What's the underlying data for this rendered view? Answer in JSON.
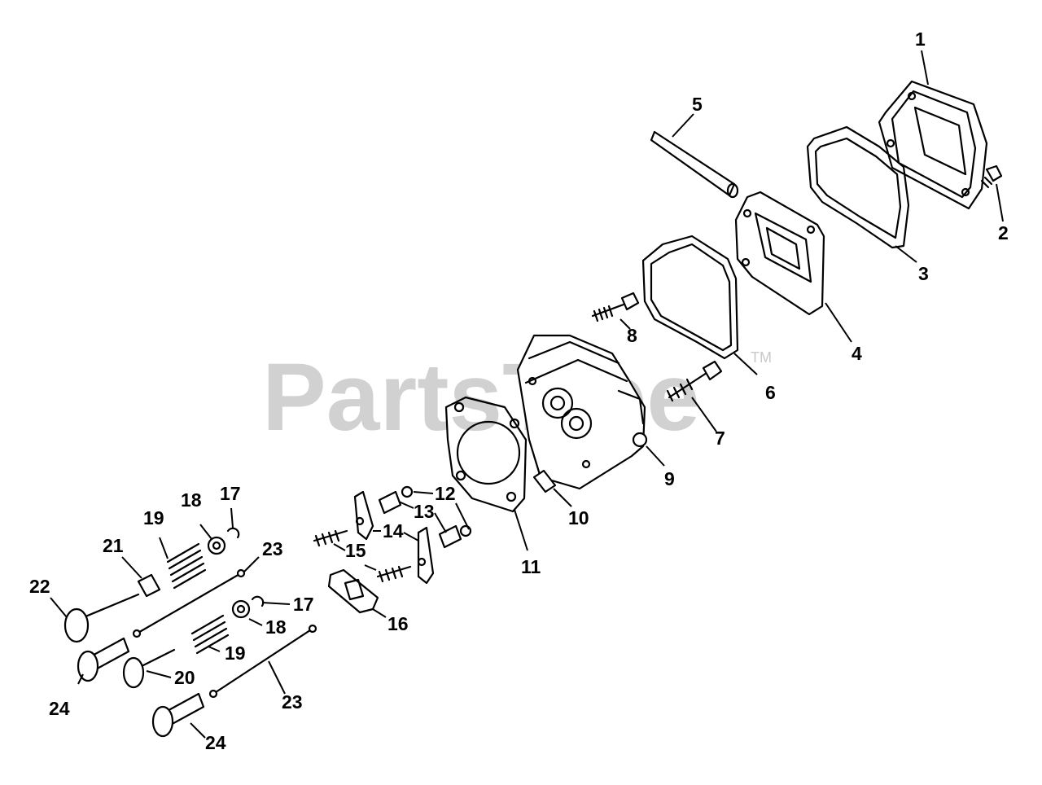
{
  "watermark": {
    "text": "PartsTree",
    "trademark": "TM"
  },
  "callouts": [
    "1",
    "2",
    "3",
    "4",
    "5",
    "6",
    "7",
    "8",
    "9",
    "10",
    "11",
    "12",
    "13",
    "14",
    "15",
    "16",
    "17",
    "17",
    "18",
    "18",
    "19",
    "19",
    "20",
    "21",
    "22",
    "23",
    "23",
    "24",
    "24"
  ]
}
